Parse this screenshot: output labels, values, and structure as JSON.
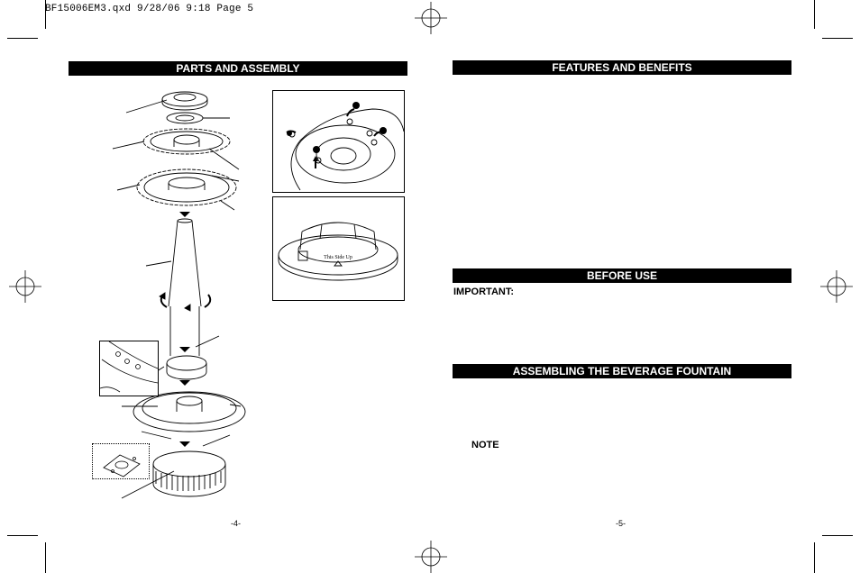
{
  "slug": "BF15006EM3.qxd  9/28/06  9:18  Page 5",
  "left_page": {
    "header": "PARTS AND ASSEMBLY",
    "page_number": "-4-",
    "inset_text": "This Side Up"
  },
  "right_page": {
    "sections": [
      {
        "header": "FEATURES AND BENEFITS"
      },
      {
        "header": "BEFORE USE",
        "lead": "IMPORTANT:"
      },
      {
        "header": "ASSEMBLING THE BEVERAGE FOUNTAIN",
        "lead": "NOTE"
      }
    ],
    "page_number": "-5-"
  },
  "colors": {
    "ink": "#000000",
    "paper": "#ffffff",
    "header_bg": "#000000",
    "header_text": "#ffffff"
  }
}
